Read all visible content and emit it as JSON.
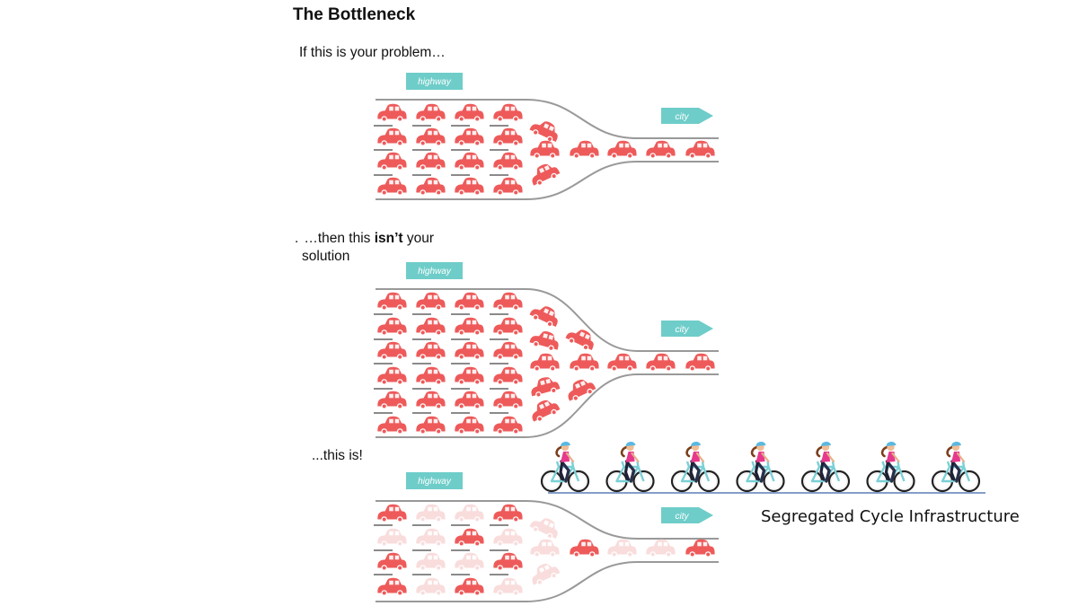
{
  "title": "The Bottleneck",
  "captions": {
    "panel1": "If this is your problem…",
    "panel2_prefix": "…then this ",
    "panel2_bold": "isn’t",
    "panel2_suffix": " your",
    "panel2_line2": "solution",
    "panel2_lead": ".",
    "panel3": "...this is!"
  },
  "signs": {
    "highway": "highway",
    "city": "city"
  },
  "bike_label": "Segregated Cycle Infrastructure",
  "colors": {
    "car": "#ee5a5a",
    "car_faded": "#f9dcdc",
    "sign": "#6ecdc9",
    "road": "#999999",
    "bike_lane": "#5b7fb5",
    "bike_frame": "#7ad0d6",
    "rider_top": "#e6398c",
    "helmet": "#5ab8e0"
  },
  "panels": [
    {
      "name": "problem",
      "lanes": 4,
      "cars_per_lane": 4,
      "narrow_lanes": 1
    },
    {
      "name": "widened",
      "lanes": 6,
      "cars_per_lane": 4,
      "narrow_lanes": 1
    },
    {
      "name": "solution",
      "lanes": 4,
      "cars_per_lane": 4,
      "narrow_lanes": 1
    }
  ],
  "cyclists": 7
}
